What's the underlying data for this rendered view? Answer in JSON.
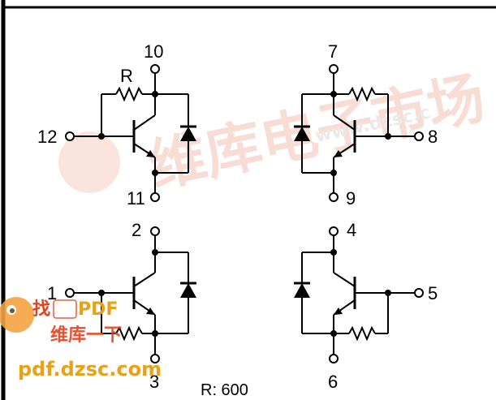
{
  "figure": {
    "caption": "R: 600",
    "resistor_label": "R",
    "pins": [
      "1",
      "2",
      "3",
      "4",
      "5",
      "6",
      "7",
      "8",
      "9",
      "10",
      "11",
      "12"
    ]
  },
  "watermark": {
    "top_right": "维库电子市场",
    "top_url": "www.dzsc.c",
    "badge_find": "找",
    "badge_pdf": "PDF",
    "badge_sub": "维库一下",
    "bottom_url": "pdf.dzsc.com",
    "color": "#f2b8a8"
  }
}
